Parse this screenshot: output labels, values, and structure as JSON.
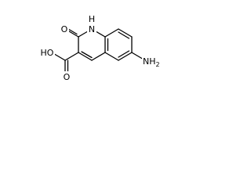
{
  "structure": {
    "atom_labels": {
      "nh": "H",
      "n": "N",
      "o_carbonyl": "O",
      "hydroxyl": "HO",
      "acid_o": "O",
      "amine": "NH",
      "amine_sub": "2"
    }
  }
}
